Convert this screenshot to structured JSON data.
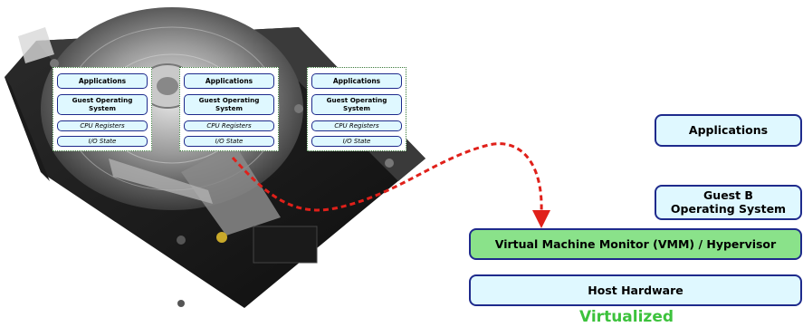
{
  "vm_cards": [
    {
      "applications": "Applications",
      "guest_os": "Guest Operating System",
      "cpu_registers": "CPU Registers",
      "io_state": "I/O State"
    },
    {
      "applications": "Applications",
      "guest_os": "Guest Operating System",
      "cpu_registers": "CPU Registers",
      "io_state": "I/O State"
    },
    {
      "applications": "Applications",
      "guest_os": "Guest Operating System",
      "cpu_registers": "CPU Registers",
      "io_state": "I/O State"
    }
  ],
  "stack": {
    "applications": "Applications",
    "guest_b_line1": "Guest B",
    "guest_b_line2": "Operating System",
    "vmm": "Virtual Machine Monitor (VMM) / Hypervisor",
    "host_hardware": "Host Hardware"
  },
  "caption": "Virtualized",
  "colors": {
    "box_fill": "#dff8ff",
    "box_border": "#1e2a8c",
    "vmm_fill": "#8ae28a",
    "arrow": "#e0201a",
    "caption": "#3dc23d"
  }
}
